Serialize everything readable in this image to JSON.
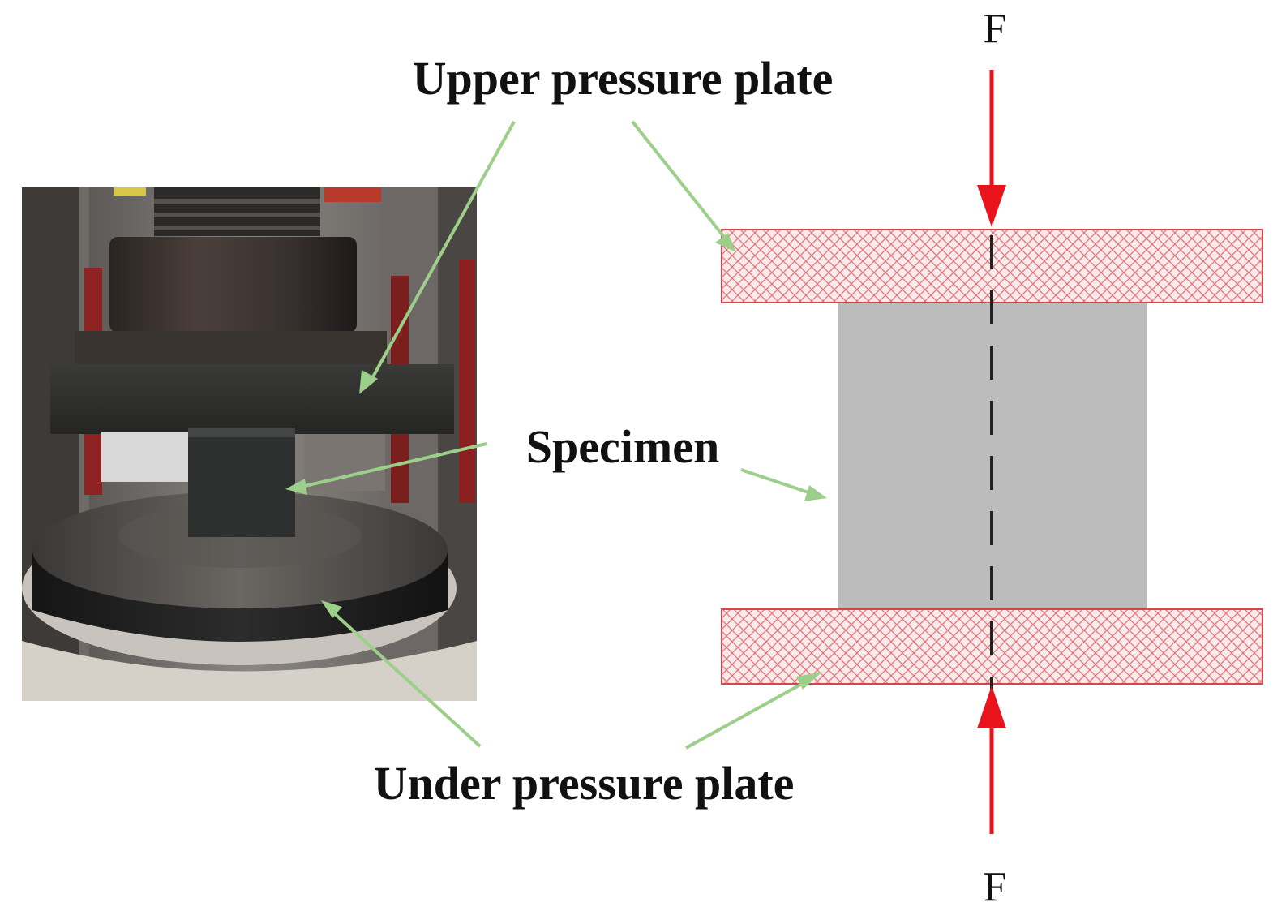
{
  "labels": {
    "upper_plate": "Upper pressure plate",
    "specimen": "Specimen",
    "under_plate": "Under pressure plate",
    "force_top": "F",
    "force_bottom": "F"
  },
  "colors": {
    "arrow": "#9ccf8a",
    "force_arrow": "#e8131b",
    "plate_border": "#d9434b",
    "plate_hatch": "#e0747a",
    "specimen_fill": "#bcbcbc",
    "axis_line": "#222222"
  }
}
